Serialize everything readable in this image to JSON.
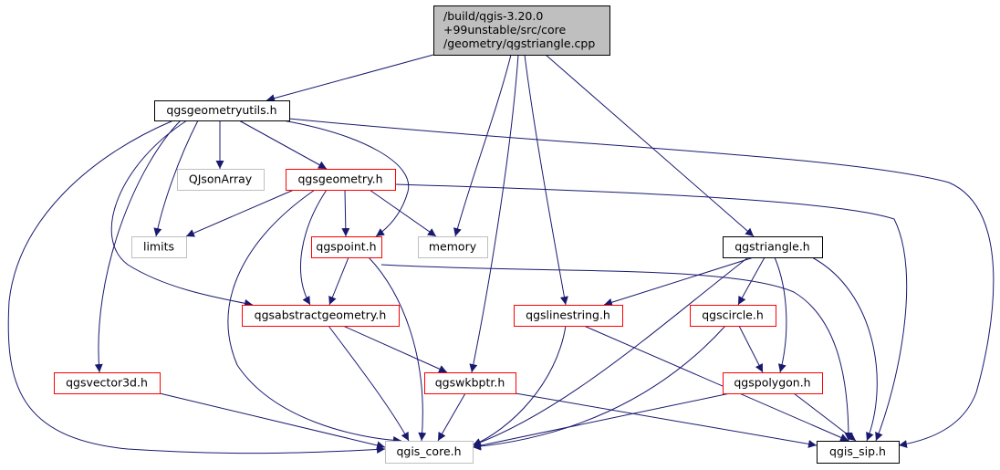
{
  "graph": {
    "edge_color": "#191970",
    "root_fill": "#bfbfbf",
    "border_colors": {
      "root": "#000000",
      "black": "#000000",
      "red": "#ff0000",
      "gray": "#bfbfbf"
    },
    "nodes": [
      {
        "id": "root",
        "lines": [
          "/build/qgis-3.20.0",
          "+99unstable/src/core",
          "/geometry/qgstriangle.cpp"
        ],
        "style": "root"
      },
      {
        "id": "qgsgeometryutils",
        "lines": [
          "qgsgeometryutils.h"
        ],
        "style": "black"
      },
      {
        "id": "qjsonarray",
        "lines": [
          "QJsonArray"
        ],
        "style": "gray"
      },
      {
        "id": "qgsgeometry",
        "lines": [
          "qgsgeometry.h"
        ],
        "style": "red"
      },
      {
        "id": "limits",
        "lines": [
          "limits"
        ],
        "style": "gray"
      },
      {
        "id": "qgspoint",
        "lines": [
          "qgspoint.h"
        ],
        "style": "red"
      },
      {
        "id": "memory",
        "lines": [
          "memory"
        ],
        "style": "gray"
      },
      {
        "id": "qgstriangle",
        "lines": [
          "qgstriangle.h"
        ],
        "style": "black"
      },
      {
        "id": "qgsabstractgeometry",
        "lines": [
          "qgsabstractgeometry.h"
        ],
        "style": "red"
      },
      {
        "id": "qgslinestring",
        "lines": [
          "qgslinestring.h"
        ],
        "style": "red"
      },
      {
        "id": "qgscircle",
        "lines": [
          "qgscircle.h"
        ],
        "style": "red"
      },
      {
        "id": "qgsvector3d",
        "lines": [
          "qgsvector3d.h"
        ],
        "style": "red"
      },
      {
        "id": "qgswkbptr",
        "lines": [
          "qgswkbptr.h"
        ],
        "style": "red"
      },
      {
        "id": "qgspolygon",
        "lines": [
          "qgspolygon.h"
        ],
        "style": "red"
      },
      {
        "id": "qgis_core",
        "lines": [
          "qgis_core.h"
        ],
        "style": "gray"
      },
      {
        "id": "qgis_sip",
        "lines": [
          "qgis_sip.h"
        ],
        "style": "black"
      }
    ],
    "edges": [
      {
        "from": "root",
        "to": "qgsgeometryutils"
      },
      {
        "from": "root",
        "to": "memory"
      },
      {
        "from": "root",
        "to": "qgswkbptr"
      },
      {
        "from": "root",
        "to": "qgslinestring"
      },
      {
        "from": "root",
        "to": "qgstriangle"
      },
      {
        "from": "qgsgeometryutils",
        "to": "qjsonarray"
      },
      {
        "from": "qgsgeometryutils",
        "to": "qgsgeometry"
      },
      {
        "from": "qgsgeometryutils",
        "to": "limits"
      },
      {
        "from": "qgsgeometryutils",
        "to": "qgspoint"
      },
      {
        "from": "qgsgeometryutils",
        "to": "qgsabstractgeometry"
      },
      {
        "from": "qgsgeometryutils",
        "to": "qgsvector3d"
      },
      {
        "from": "qgsgeometryutils",
        "to": "qgis_core"
      },
      {
        "from": "qgsgeometryutils",
        "to": "qgis_sip"
      },
      {
        "from": "qgsgeometry",
        "to": "limits"
      },
      {
        "from": "qgsgeometry",
        "to": "qgspoint"
      },
      {
        "from": "qgsgeometry",
        "to": "memory"
      },
      {
        "from": "qgsgeometry",
        "to": "qgsabstractgeometry"
      },
      {
        "from": "qgsgeometry",
        "to": "qgis_core"
      },
      {
        "from": "qgsgeometry",
        "to": "qgis_sip"
      },
      {
        "from": "qgspoint",
        "to": "qgsabstractgeometry"
      },
      {
        "from": "qgspoint",
        "to": "qgis_core"
      },
      {
        "from": "qgspoint",
        "to": "qgis_sip"
      },
      {
        "from": "qgstriangle",
        "to": "qgslinestring"
      },
      {
        "from": "qgstriangle",
        "to": "qgscircle"
      },
      {
        "from": "qgstriangle",
        "to": "qgspolygon"
      },
      {
        "from": "qgstriangle",
        "to": "qgis_core"
      },
      {
        "from": "qgstriangle",
        "to": "qgis_sip"
      },
      {
        "from": "qgsabstractgeometry",
        "to": "qgswkbptr"
      },
      {
        "from": "qgsabstractgeometry",
        "to": "qgis_core"
      },
      {
        "from": "qgslinestring",
        "to": "qgis_core"
      },
      {
        "from": "qgslinestring",
        "to": "qgis_sip"
      },
      {
        "from": "qgscircle",
        "to": "qgspolygon"
      },
      {
        "from": "qgscircle",
        "to": "qgis_core"
      },
      {
        "from": "qgsvector3d",
        "to": "qgis_core"
      },
      {
        "from": "qgswkbptr",
        "to": "qgis_core"
      },
      {
        "from": "qgswkbptr",
        "to": "qgis_sip"
      },
      {
        "from": "qgspolygon",
        "to": "qgis_core"
      },
      {
        "from": "qgspolygon",
        "to": "qgis_sip"
      }
    ]
  }
}
